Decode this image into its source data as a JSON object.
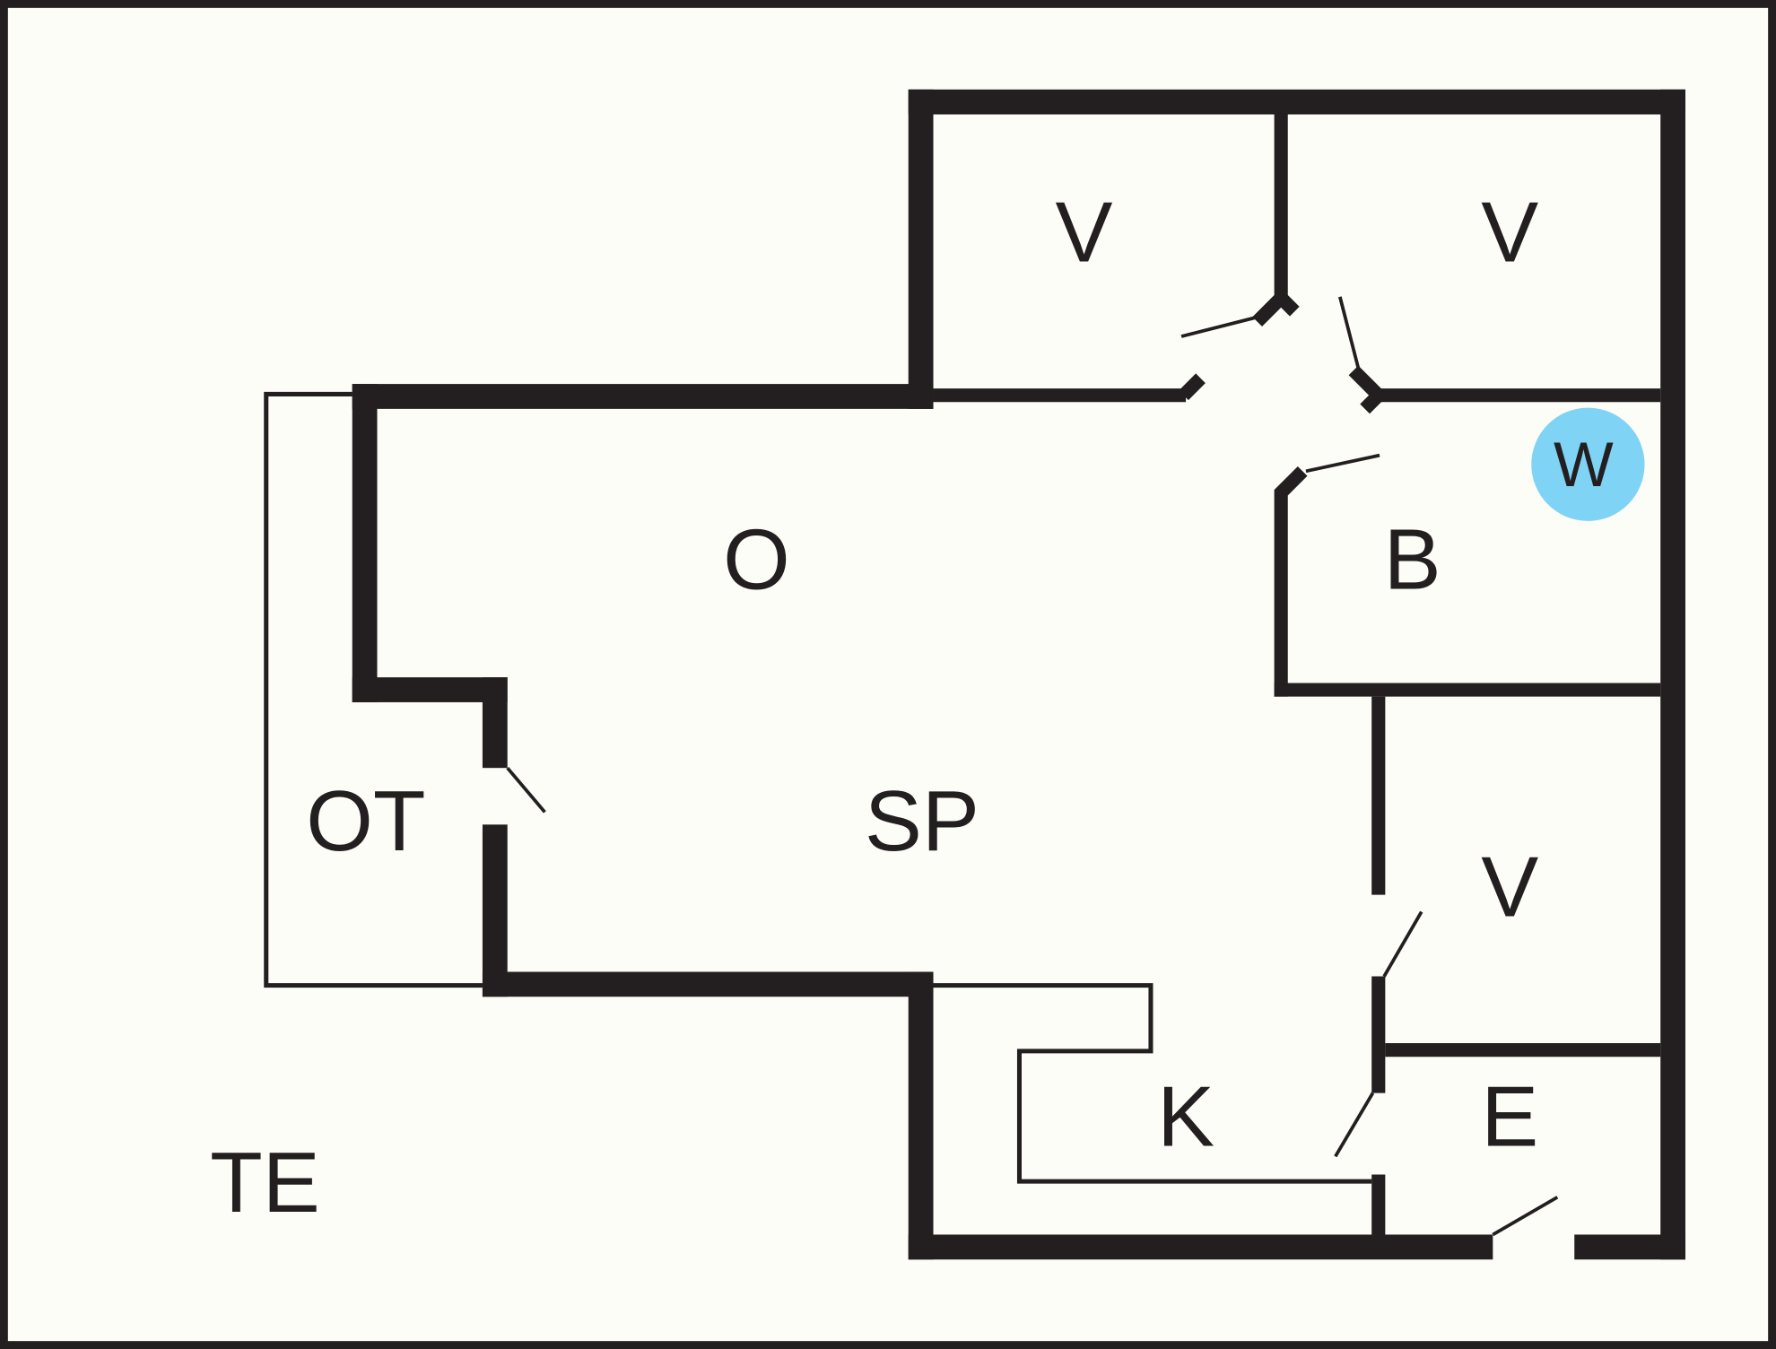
{
  "plan": {
    "rooms": [
      {
        "id": "v1",
        "label": "V"
      },
      {
        "id": "v2",
        "label": "V"
      },
      {
        "id": "o",
        "label": "O"
      },
      {
        "id": "b",
        "label": "B"
      },
      {
        "id": "w",
        "label": "W"
      },
      {
        "id": "ot",
        "label": "OT"
      },
      {
        "id": "sp",
        "label": "SP"
      },
      {
        "id": "v3",
        "label": "V"
      },
      {
        "id": "k",
        "label": "K"
      },
      {
        "id": "e",
        "label": "E"
      },
      {
        "id": "te",
        "label": "TE"
      }
    ],
    "colors": {
      "wall": "#231f20",
      "background": "#fdfdf8",
      "washer_marker": "#7fd3f5"
    }
  }
}
